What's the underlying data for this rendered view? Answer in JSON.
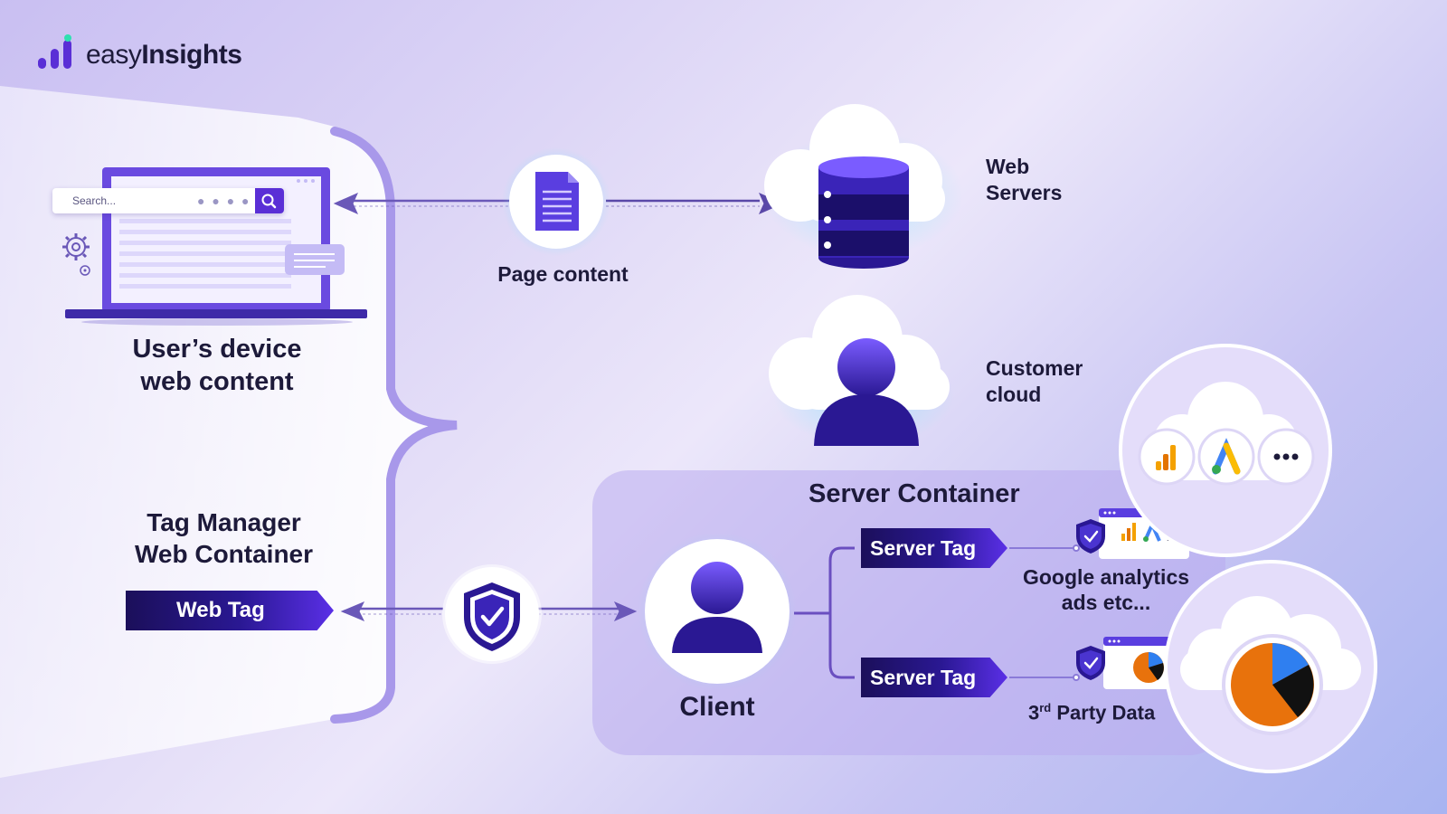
{
  "brand": {
    "name_light": "easy",
    "name_bold": "Insights"
  },
  "device": {
    "search_placeholder": "Search...",
    "label_line1": "User’s device",
    "label_line2": "web content"
  },
  "page_content": {
    "label": "Page content"
  },
  "web_servers": {
    "line1": "Web",
    "line2": "Servers"
  },
  "customer_cloud": {
    "line1": "Customer",
    "line2": "cloud"
  },
  "tag_manager": {
    "title_line1": "Tag Manager",
    "title_line2": "Web Container",
    "web_tag_label": "Web Tag"
  },
  "server_container": {
    "title": "Server Container",
    "client_label": "Client",
    "server_tag_1": "Server Tag",
    "server_tag_2": "Server Tag",
    "destination_1_line1": "Google analytics",
    "destination_1_line2": "ads etc...",
    "destination_2_base": "3",
    "destination_2_sup": "rd",
    "destination_2_rest": " Party Data"
  },
  "colors": {
    "accent": "#5a2fd6",
    "dark_navy": "#1b0f5a",
    "text": "#1d1a3a",
    "pie_orange": "#e8720c",
    "pie_blue": "#2f7ff0",
    "pie_black": "#111111"
  },
  "icons": [
    "logo-bars-icon",
    "search-icon",
    "gear-icon",
    "document-icon",
    "database-icon",
    "user-icon",
    "shield-check-icon",
    "analytics-icon",
    "google-ads-icon",
    "more-icon",
    "pie-chart-icon"
  ]
}
